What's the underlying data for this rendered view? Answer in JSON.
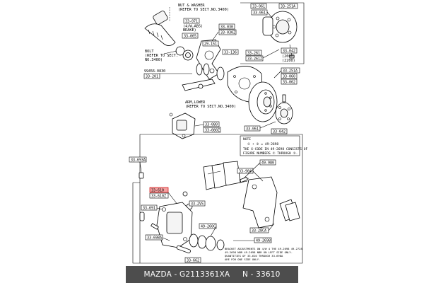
{
  "caption": "MAZDA - G2113361XA     N - 33610",
  "labels": {
    "nut_washer": "NUT & WASHER",
    "nut_washer_ref": "(REFER TO SECT.NO.3400)",
    "bolt": "BOLT",
    "bolt_ref1": "(REFER TO SECT.",
    "bolt_ref2": "NO.3400)",
    "arm_lower": "ARM,LOWER",
    "arm_lower_ref": "(REFER TO SECT.NO.3400)"
  },
  "codes": {
    "c_061_top": "33-061",
    "c_251a": "33-251A",
    "c_3_071": "33-071",
    "c_4w_abs": "(4/W,ABS)",
    "c_brake": "BRAKE)",
    "c_065": "33-065",
    "c_030": "33-030",
    "c_030z": "33-030Z",
    "c_151": "29-151",
    "c_136": "33-136",
    "c_261": "33-261",
    "c_261z": "33-261Z",
    "c_042_r": "33-042",
    "c_2000": "(2000)",
    "c_2200": "(2200)",
    "c_9956": "99456-0830",
    "c_201": "33-201",
    "c_251a_2": "33-251A",
    "c_060": "33-060",
    "c_062": "33-062",
    "c_080": "33-080",
    "c_080z": "33-080Z",
    "c_061_mid": "33-061",
    "c_042_mid": "33-042",
    "c_693a": "33-693A",
    "c_610": "33-610",
    "c_610z": "33-610Z",
    "c_691": "33-691",
    "c_698a": "33-698A",
    "c_980": "49-980",
    "c_984": "33-984",
    "c_28ca": "33-28CA",
    "c_2vs": "33-2VS",
    "c_260c": "49-260C",
    "c_662": "33-662",
    "c_2698": "49-2698",
    "c_2698b": "49-2698"
  },
  "note": {
    "title": "NOTE",
    "line1": "① + ③ = 49-2698",
    "line2": "THE X-CODE IN 49-2698 CONSISTS OF",
    "line3": "FIGURE NUMBERS ① THROUGH ③."
  },
  "footnote": {
    "line1": "BRACKET ADJUSTMENTS ON 4/W 4 THE 49-2698 49-2728",
    "line2": "49-2698 NBR 49-2698 NBR ON LEFT SIDE ONLY.",
    "line3": "QUANTITIES OF 33-610 THROUGH 33-698A",
    "line4": "ARE FOR ONE SIDE ONLY."
  }
}
